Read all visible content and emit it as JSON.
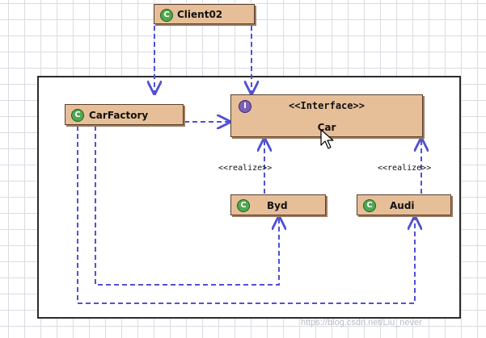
{
  "diagram": {
    "classes": {
      "client": {
        "name": "Client02",
        "badge": "C"
      },
      "factory": {
        "name": "CarFactory",
        "badge": "C"
      },
      "car": {
        "stereotype": "<<Interface>>",
        "name": "Car",
        "badge": "I"
      },
      "byd": {
        "name": "Byd",
        "badge": "C"
      },
      "audi": {
        "name": "Audi",
        "badge": "C"
      }
    },
    "relations": {
      "byd_realize": "<<realize>>",
      "audi_realize": "<<realize>>"
    },
    "colors": {
      "class_fill": "#e6bf99",
      "class_border": "#5a3e2b",
      "class_badge": "#4fa84f",
      "interface_badge": "#7a60b8",
      "dependency_line": "#5050d8"
    }
  },
  "watermark": "https://blog.csdn.net/Liu_never"
}
